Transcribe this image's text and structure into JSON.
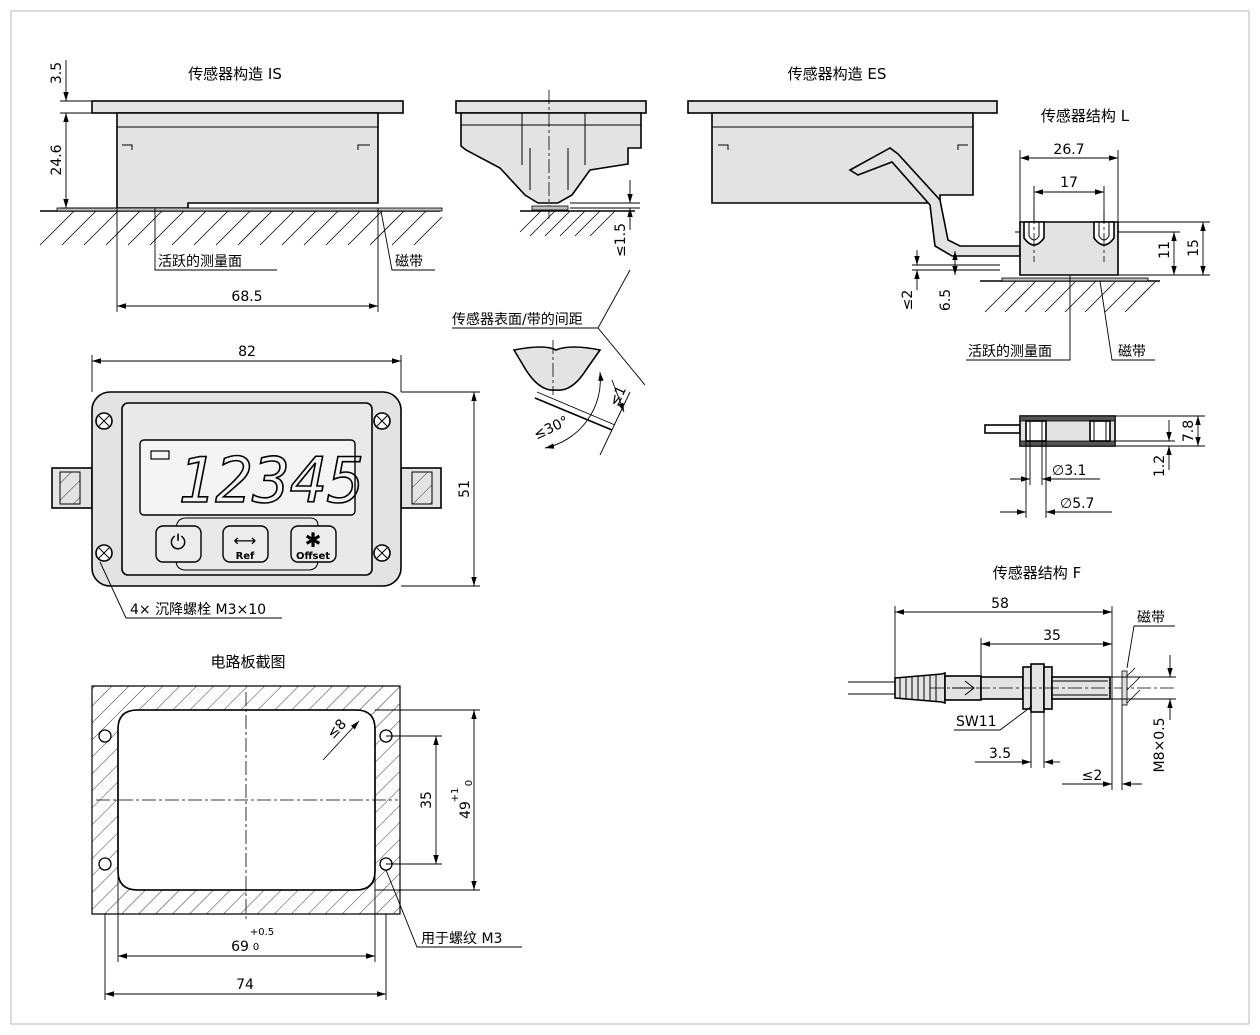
{
  "titles": {
    "sensor_is": "传感器构造 IS",
    "sensor_es": "传感器构造 ES",
    "sensor_l": "传感器结构 L",
    "sensor_f": "传感器结构 F",
    "pcb_cutout": "电路板截图"
  },
  "labels": {
    "active_surface": "活跃的测量面",
    "magnetic_tape": "磁带",
    "gap_note": "传感器表面/带的间距",
    "screws": "4× 沉降螺栓 M3×10",
    "thread": "用于螺纹 M3",
    "sw": "SW11",
    "thread_size": "M8×0.5"
  },
  "display": {
    "digits": "12345",
    "buttons": [
      {
        "symbol": "⏻",
        "caption": ""
      },
      {
        "symbol": "⟷",
        "caption": "Ref"
      },
      {
        "symbol": "✱",
        "caption": "Offset"
      }
    ]
  },
  "dimensions": {
    "is_h1": "3.5",
    "is_h2": "24.6",
    "is_w": "68.5",
    "gap_1_5": "≤1.5",
    "gap_1": "≤1",
    "angle": "≤30°",
    "front_w": "82",
    "front_h": "51",
    "l_w1": "26.7",
    "l_w2": "17",
    "l_h1": "11",
    "l_h2": "15",
    "l_gap": "≤2",
    "l_h3": "6.5",
    "l_h4": "7.8",
    "l_h5": "1.2",
    "l_d1": "∅3.1",
    "l_d2": "∅5.7",
    "f_len": "58",
    "f_len2": "35",
    "f_nut": "3.5",
    "f_gap": "≤2",
    "pcb_r": "≤8",
    "pcb_h1": "35",
    "pcb_h2": "49",
    "pcb_h2_tol_up": "+1",
    "pcb_h2_tol_lo": "0",
    "pcb_w1": "69",
    "pcb_w1_tol_up": "+0.5",
    "pcb_w1_tol_lo": "0",
    "pcb_w2": "74"
  }
}
